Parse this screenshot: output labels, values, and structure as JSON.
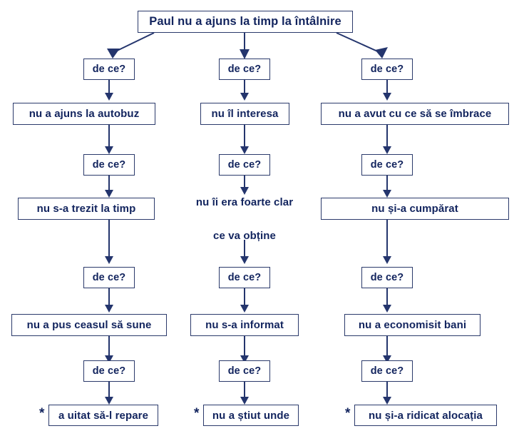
{
  "diagram": {
    "title": "Paul nu a ajuns la timp la întâlnire",
    "why_label": "de ce?",
    "asterisk": "*",
    "colors": {
      "line": "#24356d",
      "text": "#12245e",
      "border": "#2b3a6b",
      "background": "#ffffff"
    },
    "columns": [
      {
        "id": "column-1",
        "steps": [
          {
            "id": "why-1-1",
            "label": "de ce?"
          },
          {
            "id": "cause-1-1",
            "label": "nu a ajuns la autobuz"
          },
          {
            "id": "why-1-2",
            "label": "de ce?"
          },
          {
            "id": "cause-1-2",
            "label": "nu s-a trezit la timp"
          },
          {
            "id": "why-1-3",
            "label": "de ce?"
          },
          {
            "id": "cause-1-3",
            "label": "nu a pus ceasul să sune"
          },
          {
            "id": "why-1-4",
            "label": "de ce?"
          },
          {
            "id": "root-cause-1",
            "label": "a uitat să-l repare",
            "starred": true
          }
        ]
      },
      {
        "id": "column-2",
        "steps": [
          {
            "id": "why-2-1",
            "label": "de ce?"
          },
          {
            "id": "cause-2-1",
            "label": "nu îl interesa"
          },
          {
            "id": "why-2-2",
            "label": "de ce?"
          },
          {
            "id": "cause-2-2",
            "label_line1": "nu îi era foarte clar",
            "label_line2": "ce va obține",
            "borderless": true
          },
          {
            "id": "why-2-3",
            "label": "de ce?"
          },
          {
            "id": "cause-2-3",
            "label": "nu s-a informat"
          },
          {
            "id": "why-2-4",
            "label": "de ce?"
          },
          {
            "id": "root-cause-2",
            "label": "nu a știut unde",
            "starred": true
          }
        ]
      },
      {
        "id": "column-3",
        "steps": [
          {
            "id": "why-3-1",
            "label": "de ce?"
          },
          {
            "id": "cause-3-1",
            "label": "nu a avut cu ce să se îmbrace"
          },
          {
            "id": "why-3-2",
            "label": "de ce?"
          },
          {
            "id": "cause-3-2",
            "label": "nu și-a cumpărat"
          },
          {
            "id": "why-3-3",
            "label": "de ce?"
          },
          {
            "id": "cause-3-3",
            "label": "nu a economisit bani"
          },
          {
            "id": "why-3-4",
            "label": "de ce?"
          },
          {
            "id": "root-cause-3",
            "label": "nu și-a ridicat alocația",
            "starred": true
          }
        ]
      }
    ]
  }
}
